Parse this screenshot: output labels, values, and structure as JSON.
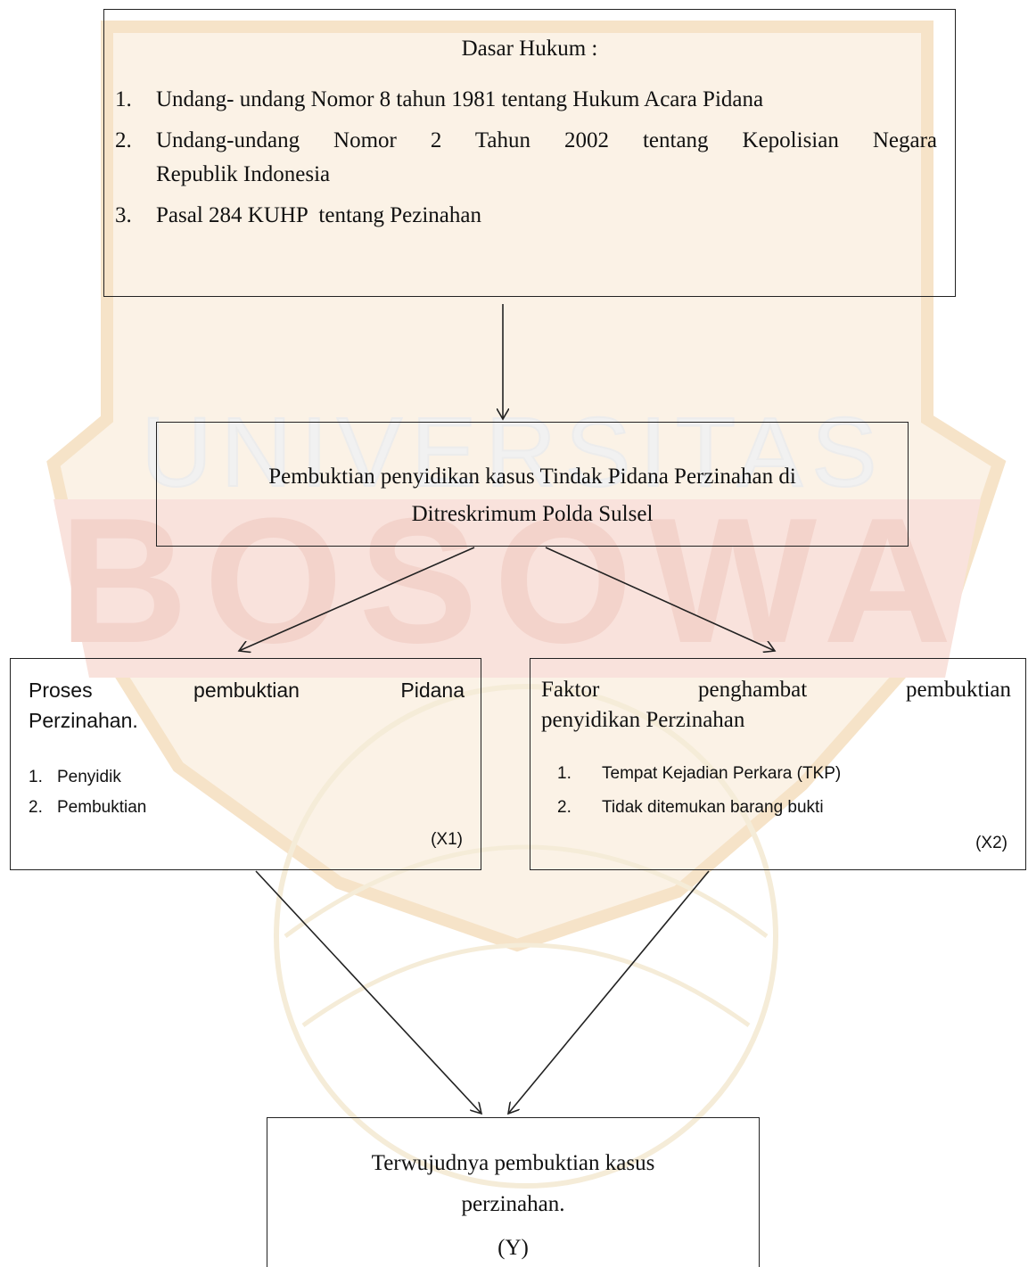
{
  "watermark": {
    "text": "UNIVERSITAS BOSOWA"
  },
  "dasar_hukum": {
    "title": "Dasar Hukum :",
    "items": [
      {
        "num": "1.",
        "text": "Undang- undang Nomor 8 tahun 1981 tentang Hukum Acara Pidana"
      },
      {
        "num": "2.",
        "line1": "Undang-undang Nomor 2 Tahun 2002 tentang Kepolisian Negara",
        "line2": "Republik Indonesia"
      },
      {
        "num": "3.",
        "text": "Pasal 284 KUHP  tentang Pezinahan"
      }
    ]
  },
  "pembuktian": {
    "line1": "Pembuktian penyidikan kasus Tindak Pidana Perzinahan di",
    "line2": "Ditreskrimum Polda Sulsel"
  },
  "x1": {
    "line1": "Proses pembuktian Pidana",
    "line2": "Perzinahan.",
    "items": [
      {
        "num": "1.",
        "text": "Penyidik"
      },
      {
        "num": "2.",
        "text": "Pembuktian"
      }
    ],
    "code": "(X1)"
  },
  "x2": {
    "line1": "Faktor penghambat pembuktian",
    "line2": "penyidikan Perzinahan",
    "items": [
      {
        "num": "1.",
        "text": "Tempat Kejadian Perkara (TKP)"
      },
      {
        "num": "2.",
        "text": "Tidak ditemukan barang bukti"
      }
    ],
    "code": "(X2)"
  },
  "y": {
    "line1": "Terwujudnya pembuktian kasus",
    "line2": "perzinahan.",
    "code": "(Y)"
  },
  "colors": {
    "watermark_red": "#f3cfc6",
    "watermark_gold": "#f7eed2",
    "line": "#222222"
  }
}
